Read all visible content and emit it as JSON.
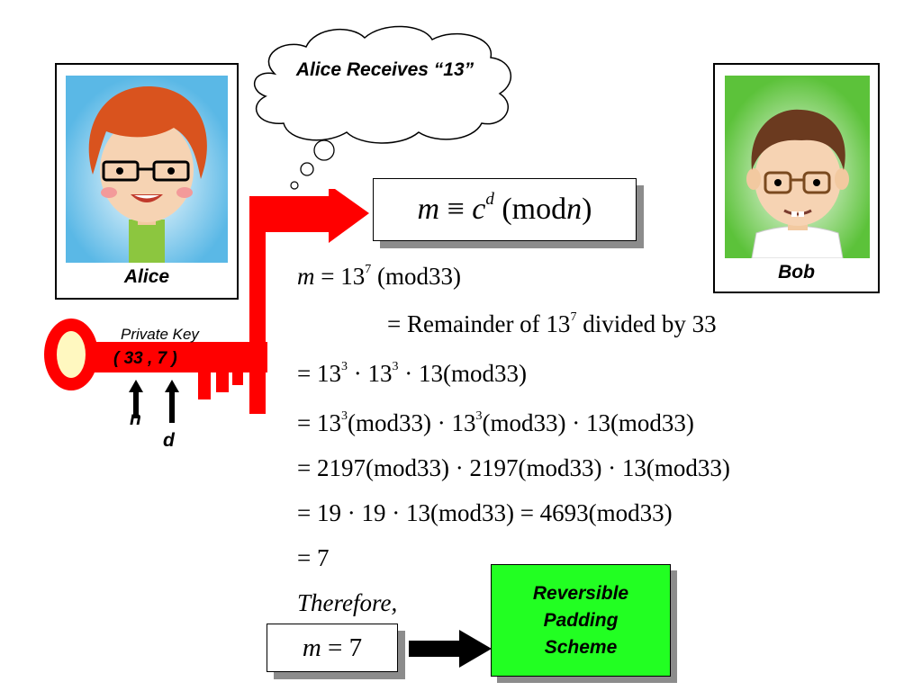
{
  "thought_bubble": "Alice Receives “13”",
  "alice": {
    "name": "Alice"
  },
  "bob": {
    "name": "Bob"
  },
  "key": {
    "label": "Private Key",
    "values": "( 33 , 7 )",
    "n_label": "n",
    "d_label": "d"
  },
  "formula_box": {
    "m": "m",
    "equiv": "≡",
    "c": "c",
    "exp": "d",
    "tail_open": "(mod",
    "n": "n",
    "tail_close": ")"
  },
  "steps": {
    "line1": {
      "m": "m",
      "lhs": "= 13",
      "exp": "7",
      "rhs": "(mod33)"
    },
    "line2": {
      "lhs": "= Remainder of 13",
      "exp": "7",
      "rhs": "divided by 33"
    },
    "line3": {
      "a": "= 13",
      "e1": "3",
      "b": " · 13",
      "e2": "3",
      "c": " · 13(mod33)"
    },
    "line4": {
      "a": "= 13",
      "e1": "3",
      "b": "(mod33) · 13",
      "e2": "3",
      "c": "(mod33) · 13(mod33)"
    },
    "line5": "= 2197(mod33) · 2197(mod33) · 13(mod33)",
    "line6": "= 19 · 19 · 13(mod33) = 4693(mod33)",
    "line7": "= 7",
    "therefore": "Therefore,"
  },
  "result_box": {
    "m": "m",
    "rhs": "= 7"
  },
  "padding_box": {
    "line1": "Reversible",
    "line2": "Padding",
    "line3": "Scheme"
  },
  "colors": {
    "key_red": "#ff0000",
    "alice_bg": "#5ab8e6",
    "bob_bg": "#5cc23a",
    "padding_green": "#22ff22"
  }
}
